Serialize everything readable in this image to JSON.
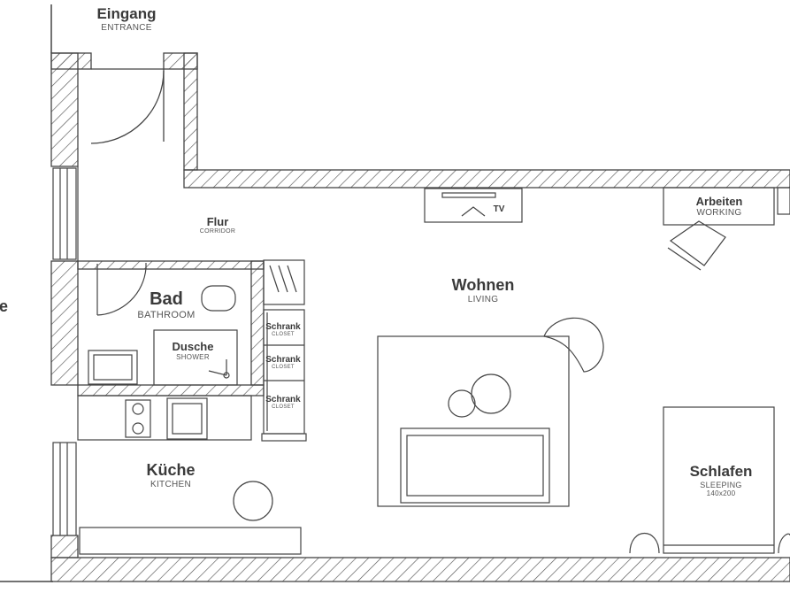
{
  "rooms": {
    "entrance": {
      "name": "Eingang",
      "sub": "ENTRANCE"
    },
    "corridor": {
      "name": "Flur",
      "sub": "CORRIDOR"
    },
    "bath": {
      "name": "Bad",
      "sub": "BATHROOM"
    },
    "shower": {
      "name": "Dusche",
      "sub": "SHOWER"
    },
    "living": {
      "name": "Wohnen",
      "sub": "LIVING"
    },
    "working": {
      "name": "Arbeiten",
      "sub": "WORKING"
    },
    "kitchen": {
      "name": "Küche",
      "sub": "KITCHEN"
    },
    "sleeping": {
      "name": "Schlafen",
      "sub": "SLEEPING",
      "size": "140x200"
    },
    "left_cut": {
      "name": "e"
    }
  },
  "closets": [
    {
      "name": "Schrank",
      "sub": "CLOSET"
    },
    {
      "name": "Schrank",
      "sub": "CLOSET"
    },
    {
      "name": "Schrank",
      "sub": "CLOSET"
    }
  ],
  "tv": {
    "label": "TV"
  },
  "colors": {
    "line": "#444444",
    "hatch": "#555555",
    "text": "#3a3a3a"
  }
}
